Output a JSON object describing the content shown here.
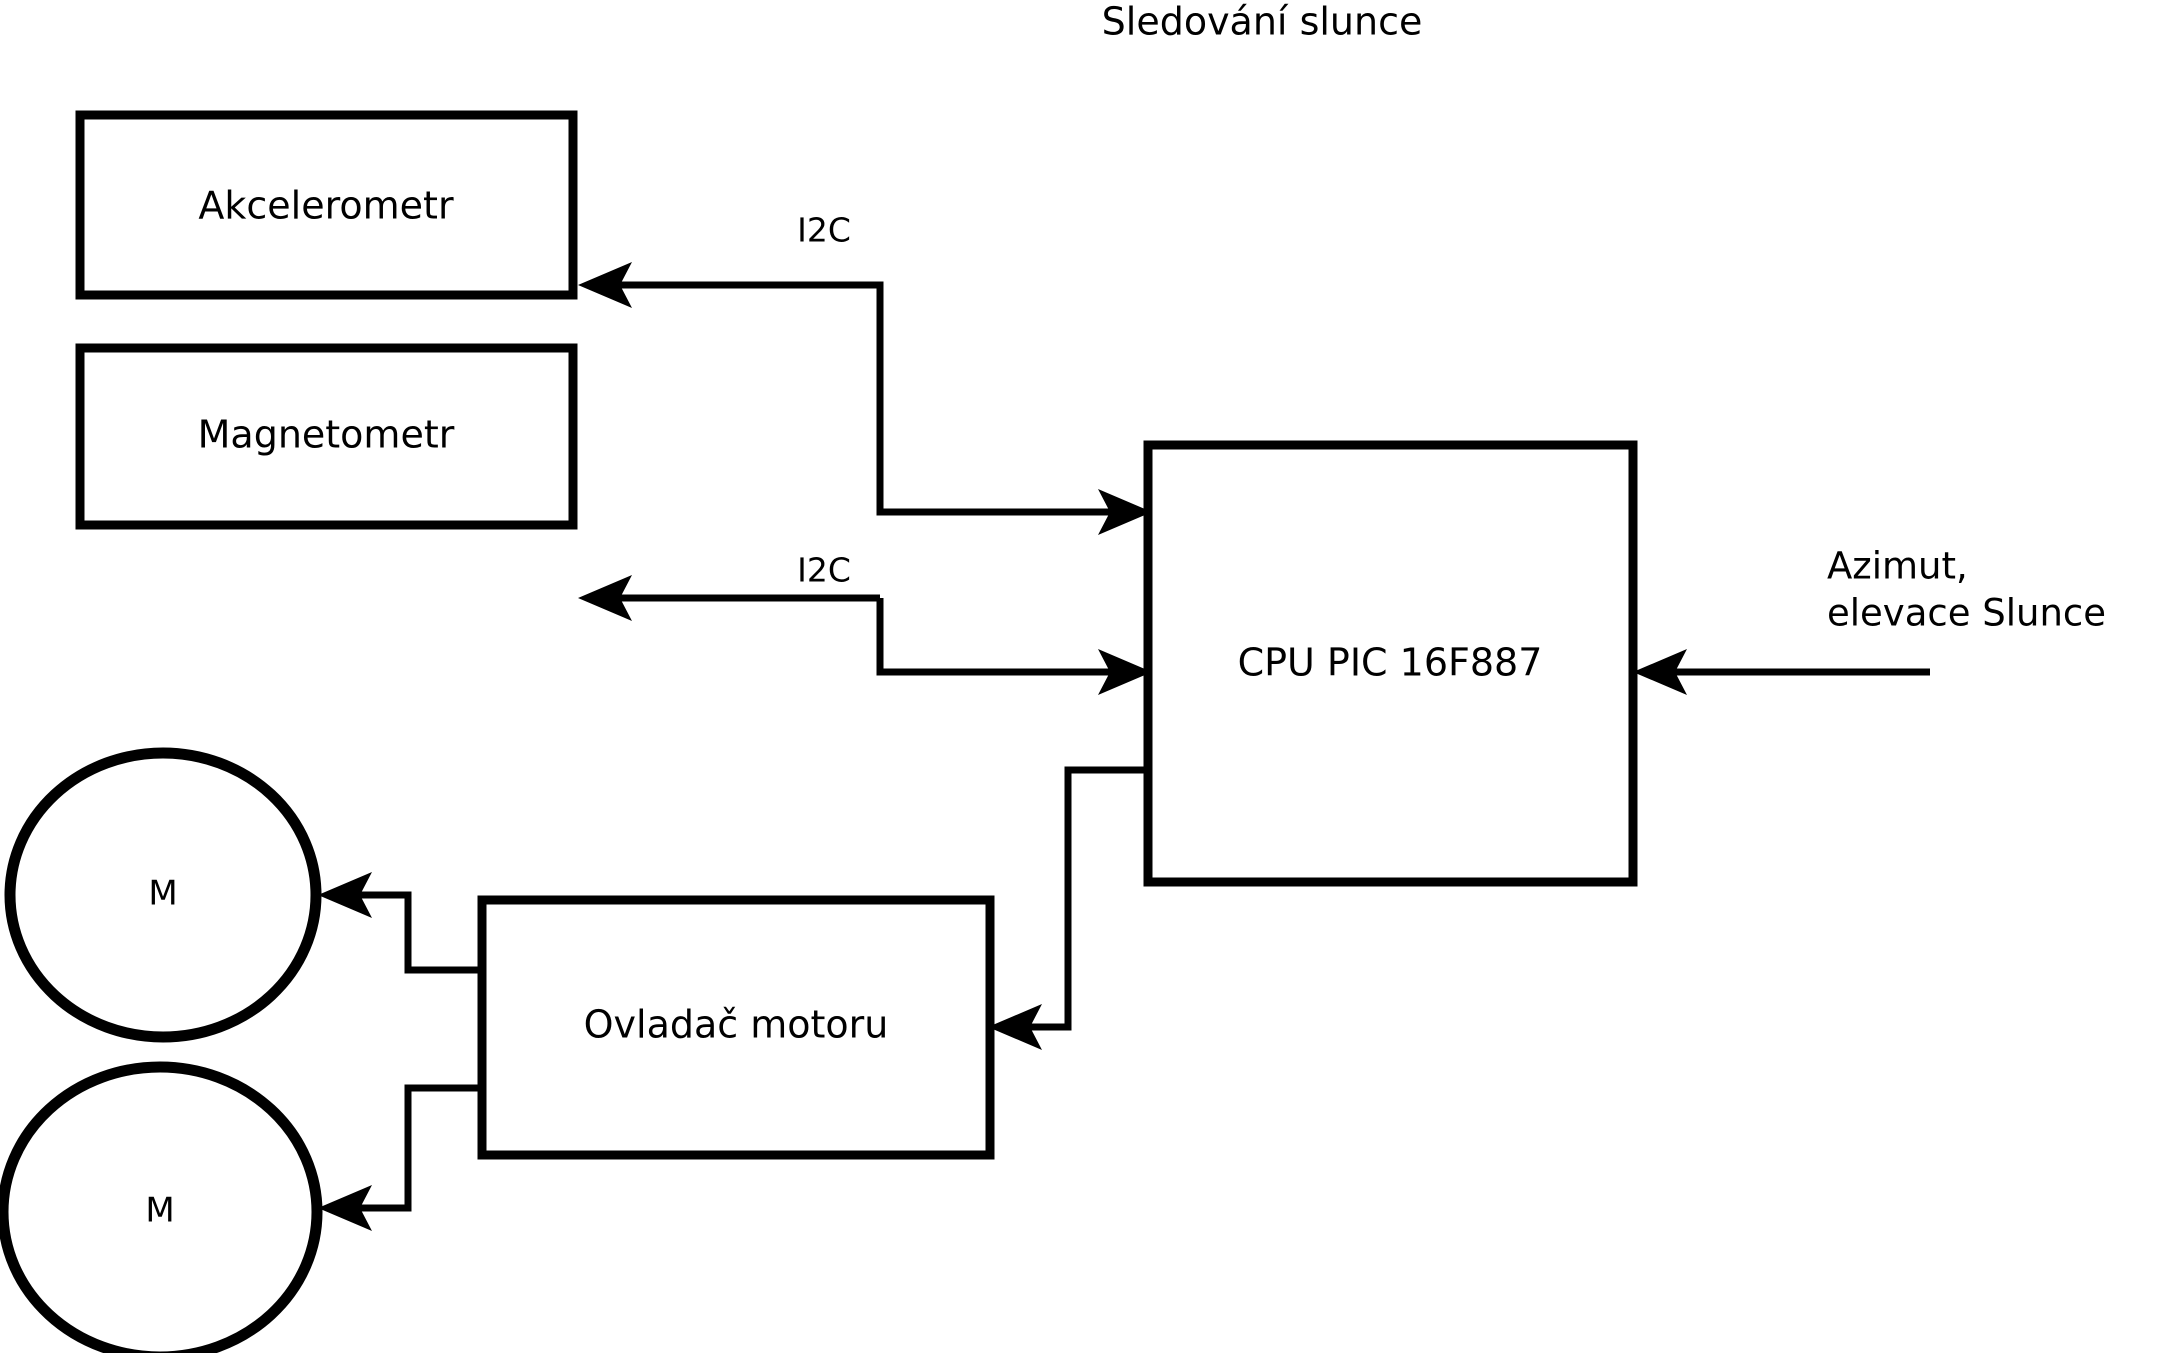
{
  "title": "Sledování slunce",
  "colors": {
    "background": "#ffffff",
    "stroke": "#000000",
    "text": "#000000"
  },
  "nodes": {
    "accelerometer": {
      "label": "Akcelerometr",
      "shape": "rectangle"
    },
    "magnetometer": {
      "label": "Magnetometr",
      "shape": "rectangle"
    },
    "cpu": {
      "label": "CPU PIC 16F887",
      "shape": "rectangle"
    },
    "motor_driver": {
      "label": "Ovladač motoru",
      "shape": "rectangle"
    },
    "motor_top": {
      "label": "M",
      "shape": "circle"
    },
    "motor_bottom": {
      "label": "M",
      "shape": "circle"
    }
  },
  "edge_labels": {
    "i2c_accelerometer": "I2C",
    "i2c_magnetometer": "I2C"
  },
  "external_input": {
    "line1": "Azimut,",
    "line2": "elevace Slunce"
  },
  "connections": [
    {
      "from": "cpu",
      "to": "accelerometer",
      "label": "I2C",
      "direction": "to-accelerometer"
    },
    {
      "from": "accelerometer",
      "to": "cpu",
      "label": "I2C",
      "direction": "to-cpu"
    },
    {
      "from": "cpu",
      "to": "magnetometer",
      "label": "I2C",
      "direction": "to-magnetometer"
    },
    {
      "from": "magnetometer",
      "to": "cpu",
      "label": "I2C",
      "direction": "to-cpu"
    },
    {
      "from": "cpu",
      "to": "motor_driver",
      "label": "",
      "direction": "to-motor-driver"
    },
    {
      "from": "motor_driver",
      "to": "motor_top",
      "label": "",
      "direction": "to-motor-top"
    },
    {
      "from": "motor_driver",
      "to": "motor_bottom",
      "label": "",
      "direction": "to-motor-bottom"
    },
    {
      "from": "external_input",
      "to": "cpu",
      "label": "Azimut, elevace Slunce",
      "direction": "to-cpu"
    }
  ]
}
